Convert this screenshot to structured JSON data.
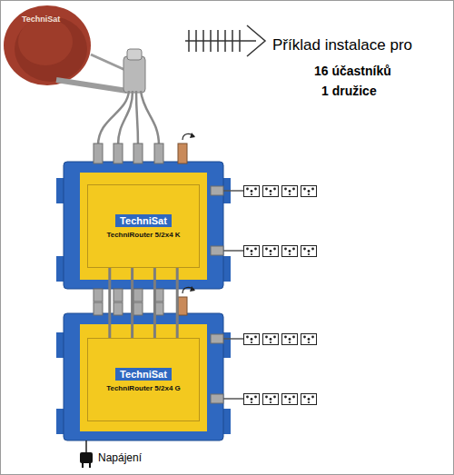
{
  "diagram": {
    "title": "Příklad instalace pro",
    "nodes": [
      {
        "text": [
          "TechniSat",
          "TechniRouter 5/2x4 K"
        ]
      },
      {
        "text": [
          "TechniSat",
          "TechniRouter 5/2x4 G"
        ]
      }
    ],
    "edges": [
      {
        "from": 0,
        "to": 1,
        "arrow": "none"
      },
      {
        "from": 0,
        "to": 1,
        "arrow": "none"
      },
      {
        "from": 0,
        "to": 1,
        "arrow": "none"
      },
      {
        "from": 0,
        "to": 1,
        "arrow": "none"
      }
    ],
    "labels": [
      "16 účastníků",
      "1 družice",
      "Napájení",
      "TechniSat"
    ]
  }
}
